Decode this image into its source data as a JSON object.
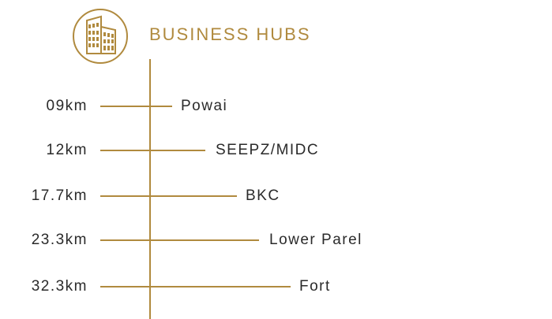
{
  "colors": {
    "accent": "#b08a3e",
    "text": "#2a2a2a"
  },
  "header": {
    "title": "BUSINESS HUBS",
    "icon": "buildings-icon"
  },
  "hubs": [
    {
      "distance": "09km",
      "place": "Powai"
    },
    {
      "distance": "12km",
      "place": "SEEPZ/MIDC"
    },
    {
      "distance": "17.7km",
      "place": "BKC"
    },
    {
      "distance": "23.3km",
      "place": "Lower Parel"
    },
    {
      "distance": "32.3km",
      "place": "Fort"
    }
  ]
}
